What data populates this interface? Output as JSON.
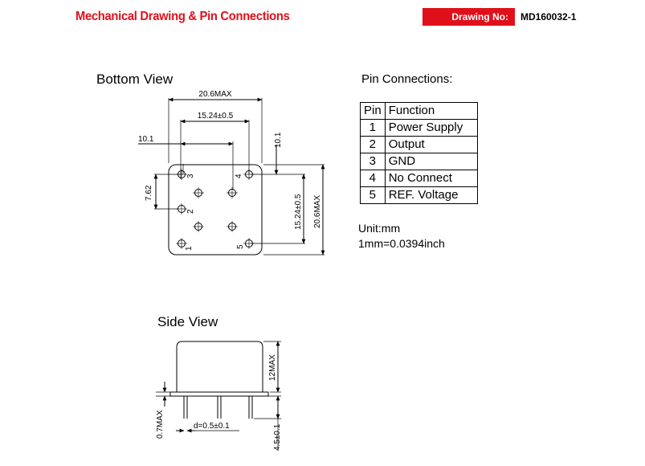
{
  "header": {
    "title": "Mechanical Drawing & Pin Connections",
    "drawing_label": "Drawing No:",
    "drawing_number": "MD160032-1",
    "accent_color": "#e0101a"
  },
  "bottom_view": {
    "heading": "Bottom View",
    "dim_width": "20.6MAX",
    "dim_pin_spacing_h": "15.24±0.5",
    "dim_offset_left": "10.1",
    "dim_offset_top": "10.1",
    "dim_pin_pitch": "7.62",
    "dim_pin_spacing_v": "15.24±0.5",
    "dim_height": "20.6MAX",
    "pin_labels": [
      "1",
      "2",
      "3",
      "4",
      "5"
    ]
  },
  "side_view": {
    "heading": "Side View",
    "dim_body_height": "12MAX",
    "dim_standoff": "0.7MAX",
    "dim_pin_diameter": "d=0.5±0.1",
    "dim_pin_length": "4.5±0.1"
  },
  "pin_connections": {
    "heading": "Pin Connections:",
    "header": {
      "pin": "Pin",
      "function": "Function"
    },
    "rows": [
      {
        "pin": "1",
        "function": "Power Supply"
      },
      {
        "pin": "2",
        "function": "Output"
      },
      {
        "pin": "3",
        "function": "GND"
      },
      {
        "pin": "4",
        "function": "No Connect"
      },
      {
        "pin": "5",
        "function": "REF. Voltage"
      }
    ]
  },
  "units": {
    "unit": "Unit:mm",
    "conversion": "1mm=0.0394inch"
  }
}
